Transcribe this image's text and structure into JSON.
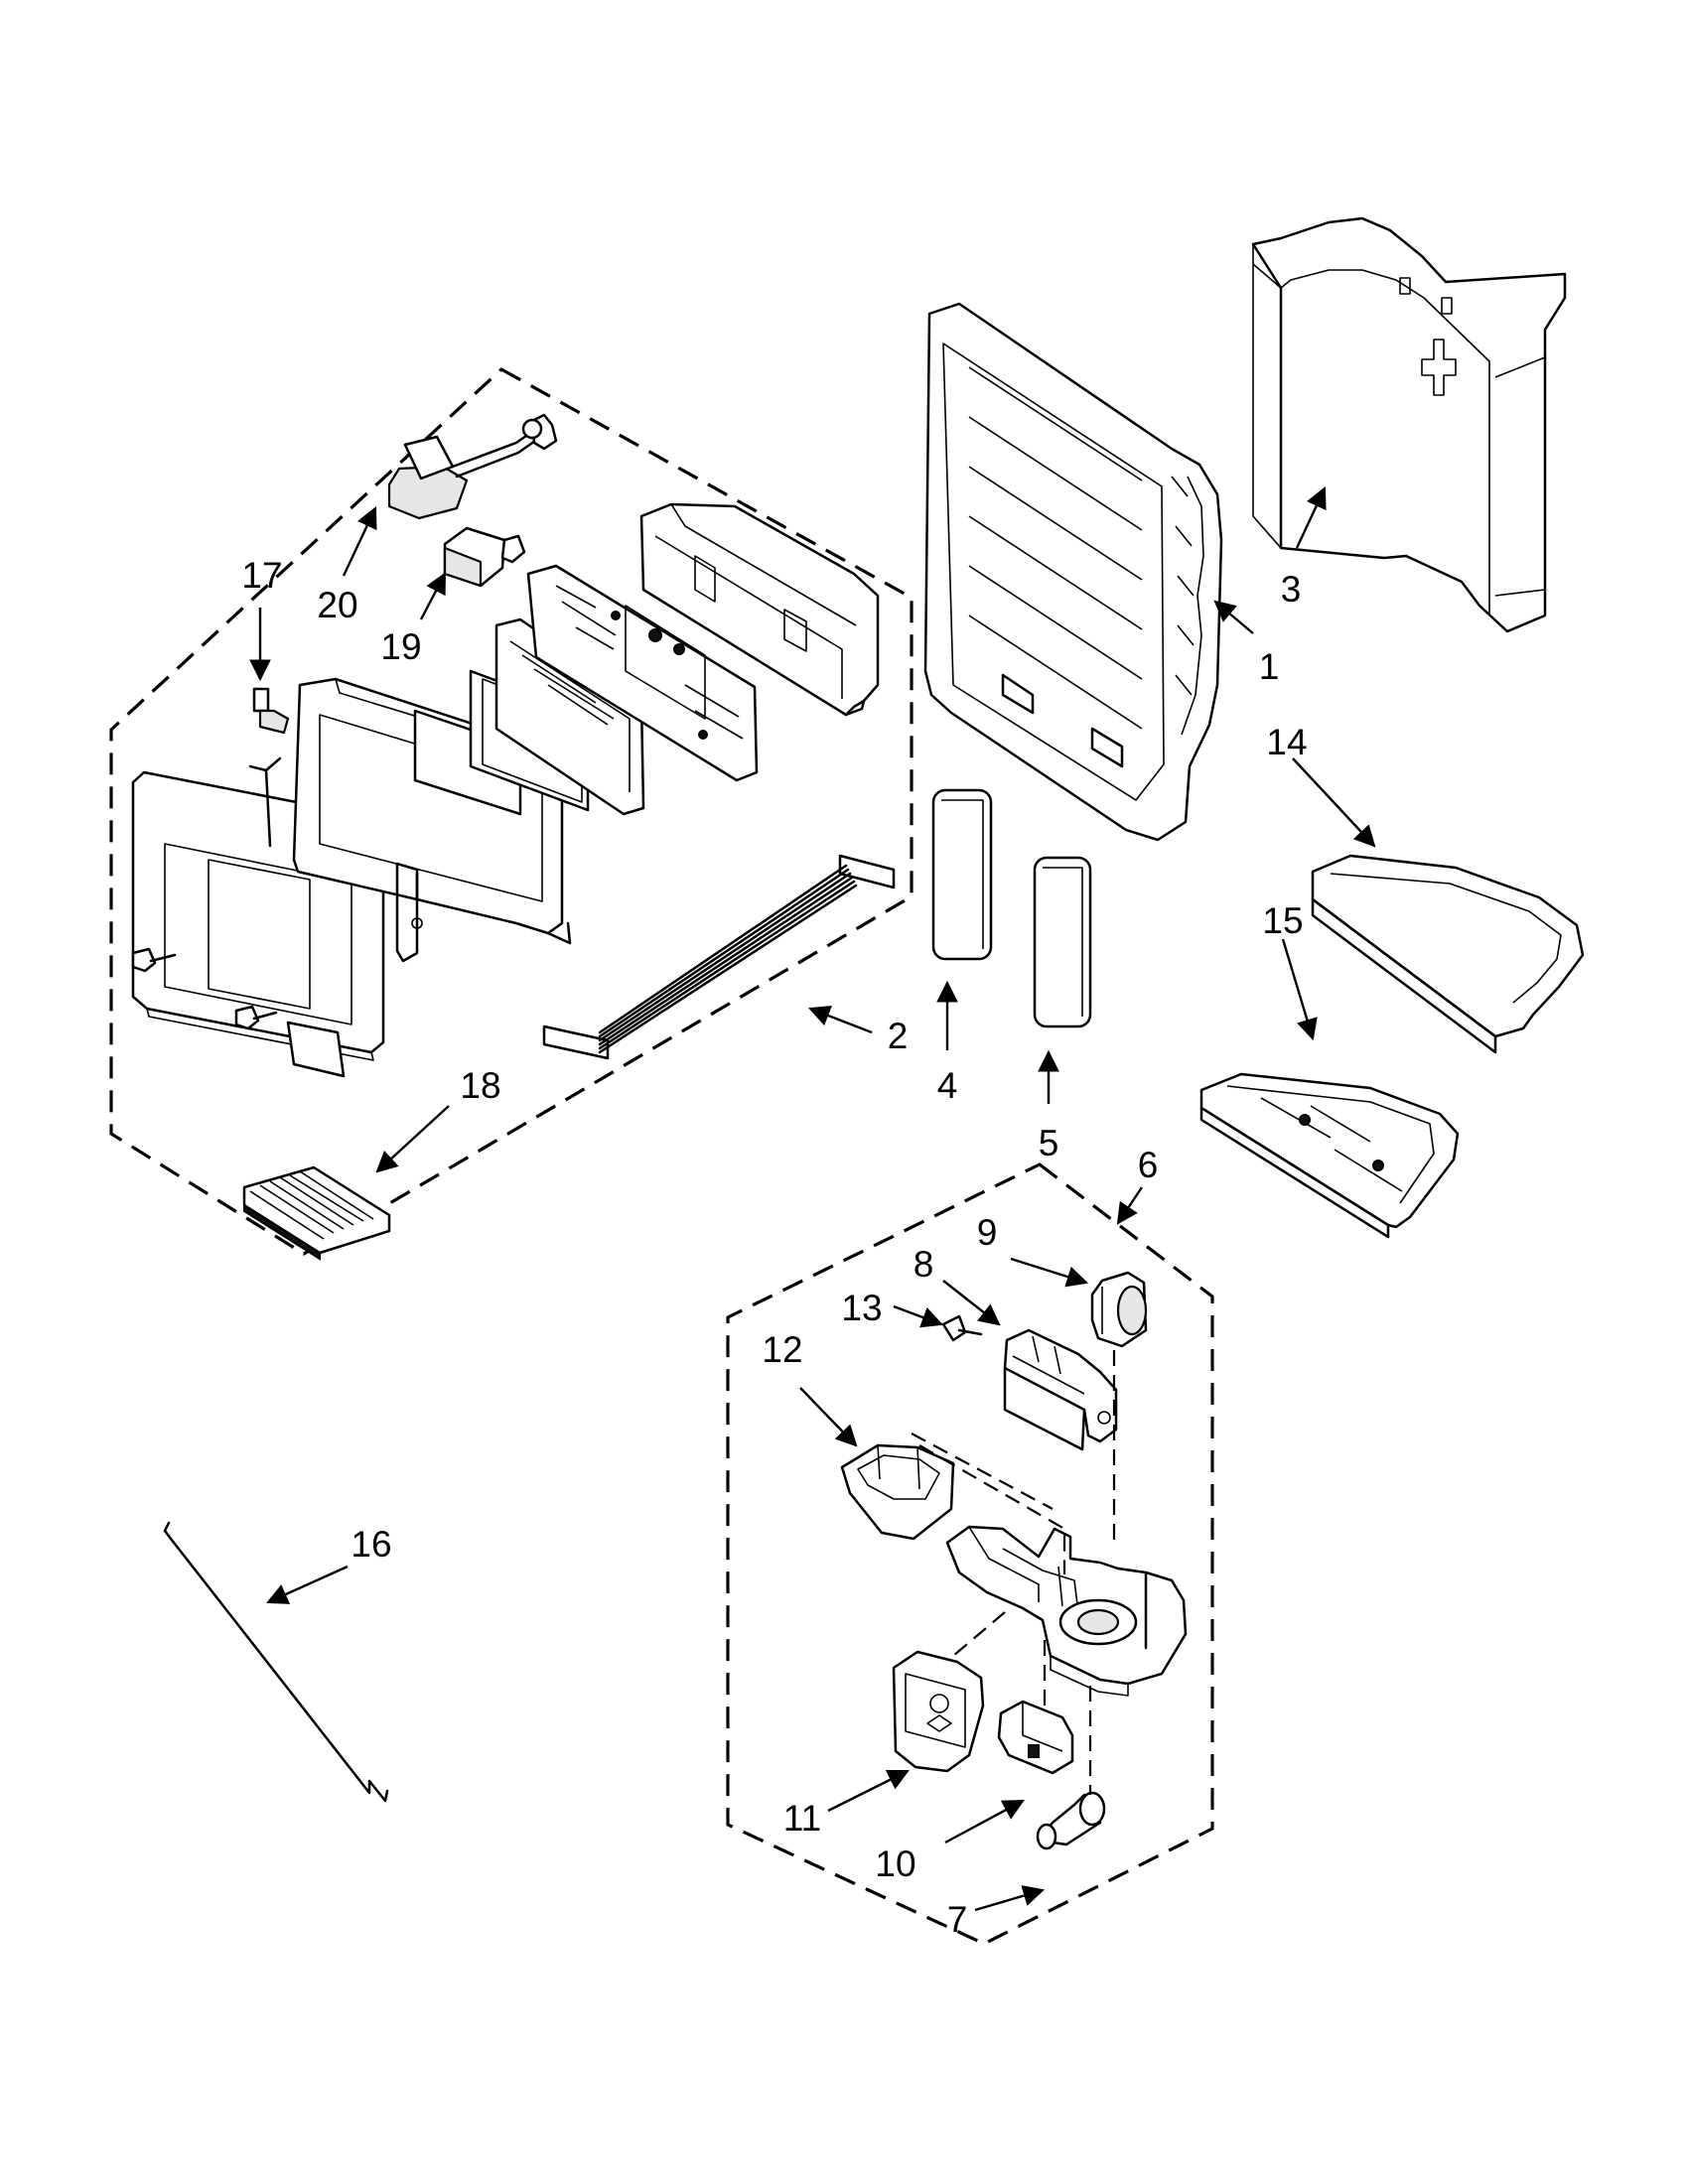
{
  "callouts": [
    {
      "id": "1",
      "label": "1"
    },
    {
      "id": "2",
      "label": "2"
    },
    {
      "id": "3",
      "label": "3"
    },
    {
      "id": "4",
      "label": "4"
    },
    {
      "id": "5",
      "label": "5"
    },
    {
      "id": "6",
      "label": "6"
    },
    {
      "id": "7",
      "label": "7"
    },
    {
      "id": "8",
      "label": "8"
    },
    {
      "id": "9",
      "label": "9"
    },
    {
      "id": "10",
      "label": "10"
    },
    {
      "id": "11",
      "label": "11"
    },
    {
      "id": "12",
      "label": "12"
    },
    {
      "id": "13",
      "label": "13"
    },
    {
      "id": "14",
      "label": "14"
    },
    {
      "id": "15",
      "label": "15"
    },
    {
      "id": "16",
      "label": "16"
    },
    {
      "id": "17",
      "label": "17"
    },
    {
      "id": "18",
      "label": "18"
    },
    {
      "id": "19",
      "label": "19"
    },
    {
      "id": "20",
      "label": "20"
    }
  ],
  "colors": {
    "ink": "#000000",
    "paper": "#ffffff",
    "shade": "#e6e6e6"
  }
}
